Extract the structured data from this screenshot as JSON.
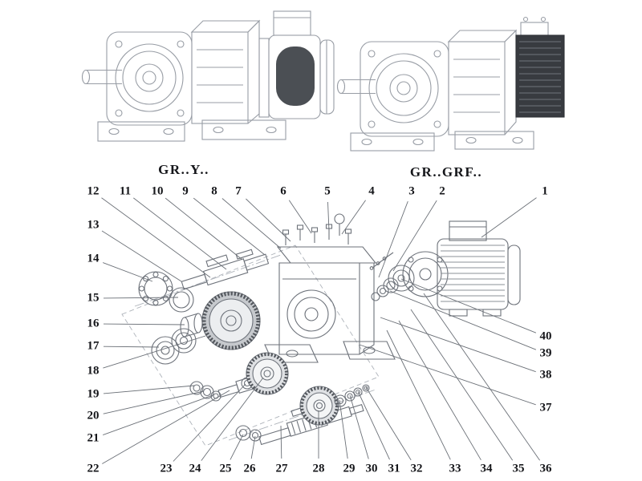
{
  "diagram": {
    "type": "exploded-parts-diagram",
    "variant_labels": {
      "left": "GR..Y..",
      "right": "GR..GRF.."
    },
    "callouts": {
      "top": [
        "12",
        "11",
        "10",
        "9",
        "8",
        "7",
        "6",
        "5",
        "4",
        "3",
        "2",
        "1"
      ],
      "left": [
        "13",
        "14",
        "15",
        "16",
        "17",
        "18",
        "19",
        "20",
        "21",
        "22"
      ],
      "bottom": [
        "23",
        "24",
        "25",
        "26",
        "27",
        "28",
        "29",
        "30",
        "31",
        "32",
        "33",
        "34",
        "35",
        "36"
      ],
      "right": [
        "40",
        "39",
        "38",
        "37"
      ]
    },
    "colors": {
      "line": "#6d727a",
      "faint_line": "#989da5",
      "dark_fill": "#383b40",
      "text": "#15161a"
    }
  }
}
